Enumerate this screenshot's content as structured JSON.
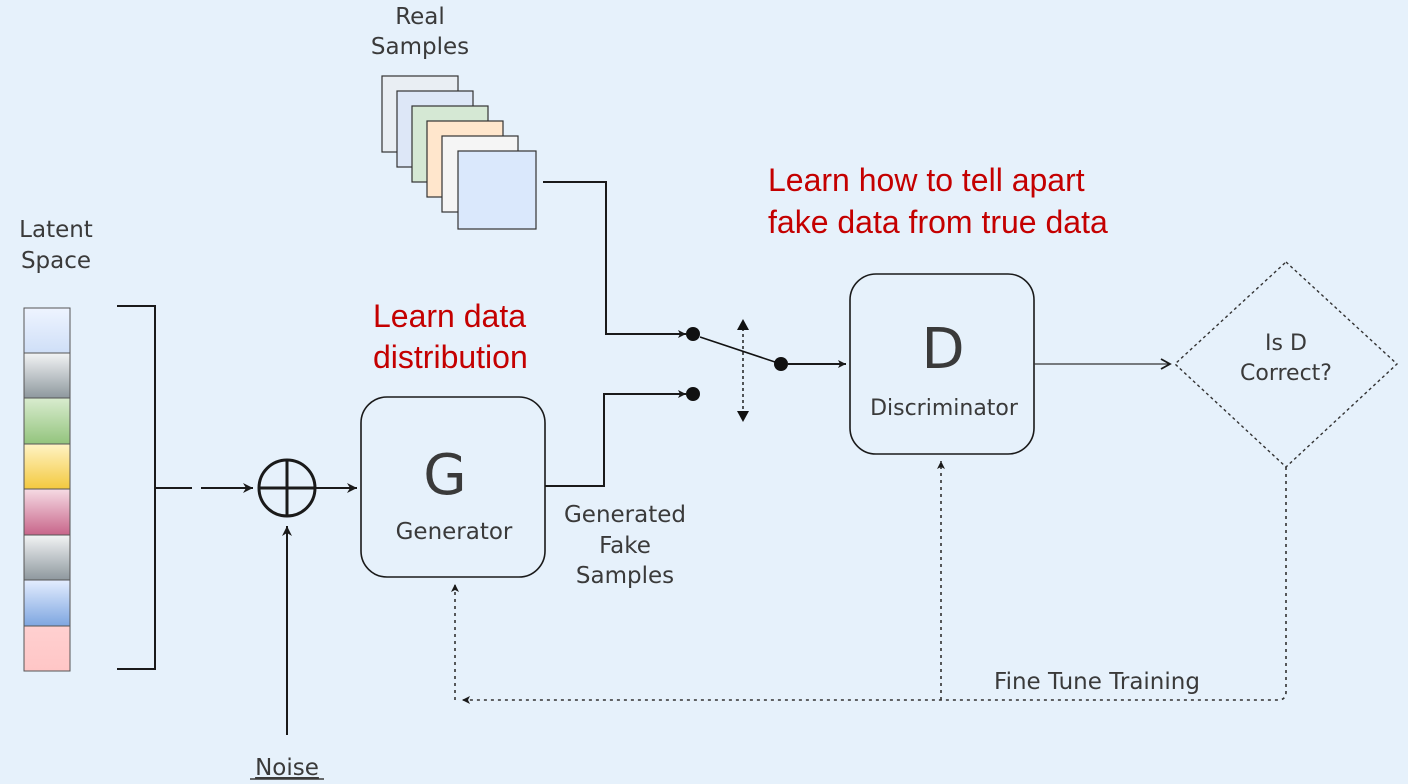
{
  "labels": {
    "latent_space": [
      "Latent",
      "Space"
    ],
    "real_samples": [
      "Real",
      "Samples"
    ],
    "noise": "Noise",
    "generator_letter": "G",
    "generator_name": "Generator",
    "discriminator_letter": "D",
    "discriminator_name": "Discriminator",
    "generated_fake_samples": [
      "Generated",
      "Fake",
      "Samples"
    ],
    "decision": [
      "Is D",
      "Correct?"
    ],
    "fine_tune": "Fine Tune Training"
  },
  "annotations": {
    "generator_goal": [
      "Learn data",
      "distribution"
    ],
    "discriminator_goal": [
      "Learn how to tell apart",
      "fake data from true data"
    ]
  },
  "colors": {
    "background": "#e6f1fb",
    "annotation_red": "#c40000",
    "latent_cells": [
      [
        "#eef4ff",
        "#cfdff7"
      ],
      [
        "#f2f4f5",
        "#8e989e"
      ],
      [
        "#d9eccf",
        "#93c47d"
      ],
      [
        "#fff3c4",
        "#f3c93f"
      ],
      [
        "#f6dbe4",
        "#c8658a"
      ],
      [
        "#f2f4f5",
        "#8e989e"
      ],
      [
        "#e3edff",
        "#7ea6e0"
      ],
      [
        "#ffd0d0",
        "#ffc6c6"
      ]
    ],
    "sample_stack": [
      "#e9eef3",
      "#dde7f7",
      "#d5e8d4",
      "#ffe6cc",
      "#f5f5f5",
      "#dae8fc"
    ]
  }
}
